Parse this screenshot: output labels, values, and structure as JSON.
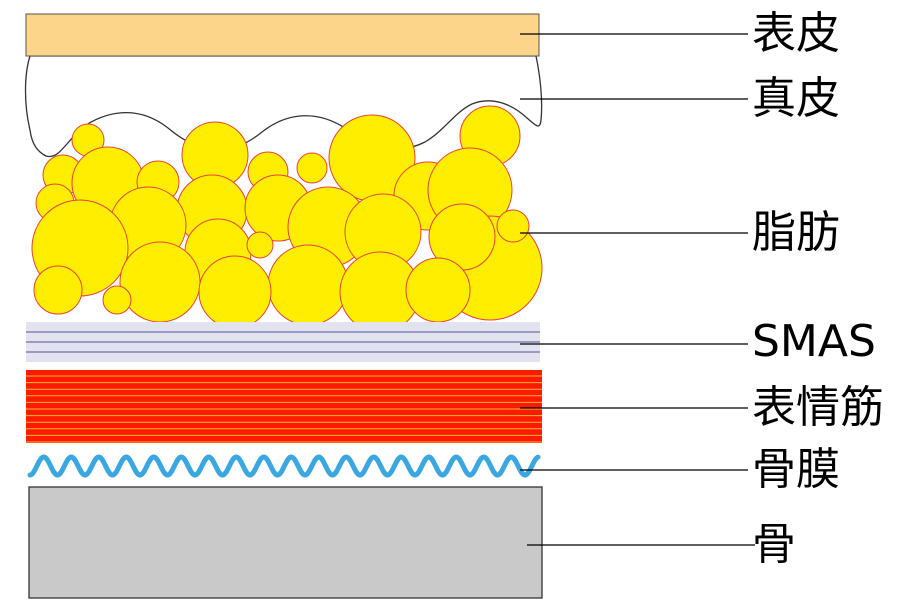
{
  "layers": [
    {
      "id": "epidermis",
      "label": "表皮",
      "fill": "#fcd58a",
      "stroke": "#555555"
    },
    {
      "id": "dermis",
      "label": "真皮",
      "fill": "#ffffff",
      "stroke": "#333333"
    },
    {
      "id": "fat",
      "label": "脂肪",
      "fill": "#ffee00",
      "stroke": "#e8413c"
    },
    {
      "id": "smas",
      "label": "SMAS",
      "fill": "#e3e3ef",
      "stroke": "#5050a0"
    },
    {
      "id": "mimetic-muscle",
      "label": "表情筋",
      "fill": "#ff1a00",
      "stroke": "#ffbb33"
    },
    {
      "id": "periosteum",
      "label": "骨膜",
      "fill": "none",
      "stroke": "#3aa7e0"
    },
    {
      "id": "bone",
      "label": "骨",
      "fill": "#c9c9c9",
      "stroke": "#333333"
    }
  ],
  "colors": {
    "leader_line": "#000000"
  }
}
